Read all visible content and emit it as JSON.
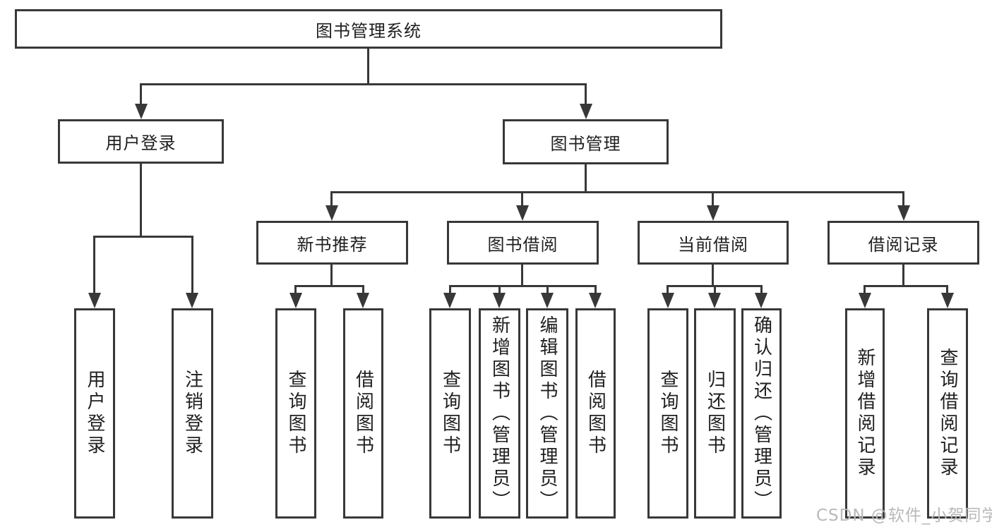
{
  "tree": {
    "root": {
      "label": "图书管理系统"
    },
    "branches": [
      {
        "label": "用户登录",
        "children": [
          {
            "label": "用户登录"
          },
          {
            "label": "注销登录"
          }
        ]
      },
      {
        "label": "图书管理",
        "sections": [
          {
            "label": "新书推荐",
            "children": [
              {
                "label": "查询图书"
              },
              {
                "label": "借阅图书"
              }
            ]
          },
          {
            "label": "图书借阅",
            "children": [
              {
                "label": "查询图书"
              },
              {
                "label": "新增图书（管理员）"
              },
              {
                "label": "编辑图书（管理员）"
              },
              {
                "label": "借阅图书"
              }
            ]
          },
          {
            "label": "当前借阅",
            "children": [
              {
                "label": "查询图书"
              },
              {
                "label": "归还图书"
              },
              {
                "label": "确认归还（管理员）"
              }
            ]
          },
          {
            "label": "借阅记录",
            "children": [
              {
                "label": "新增借阅记录"
              },
              {
                "label": "查询借阅记录"
              }
            ]
          }
        ]
      }
    ]
  },
  "watermark": "CSDN @软件_小贺同学",
  "colors": {
    "line": "#383838",
    "ink": "#1f1f1f",
    "wm": "#b9b9b9"
  }
}
